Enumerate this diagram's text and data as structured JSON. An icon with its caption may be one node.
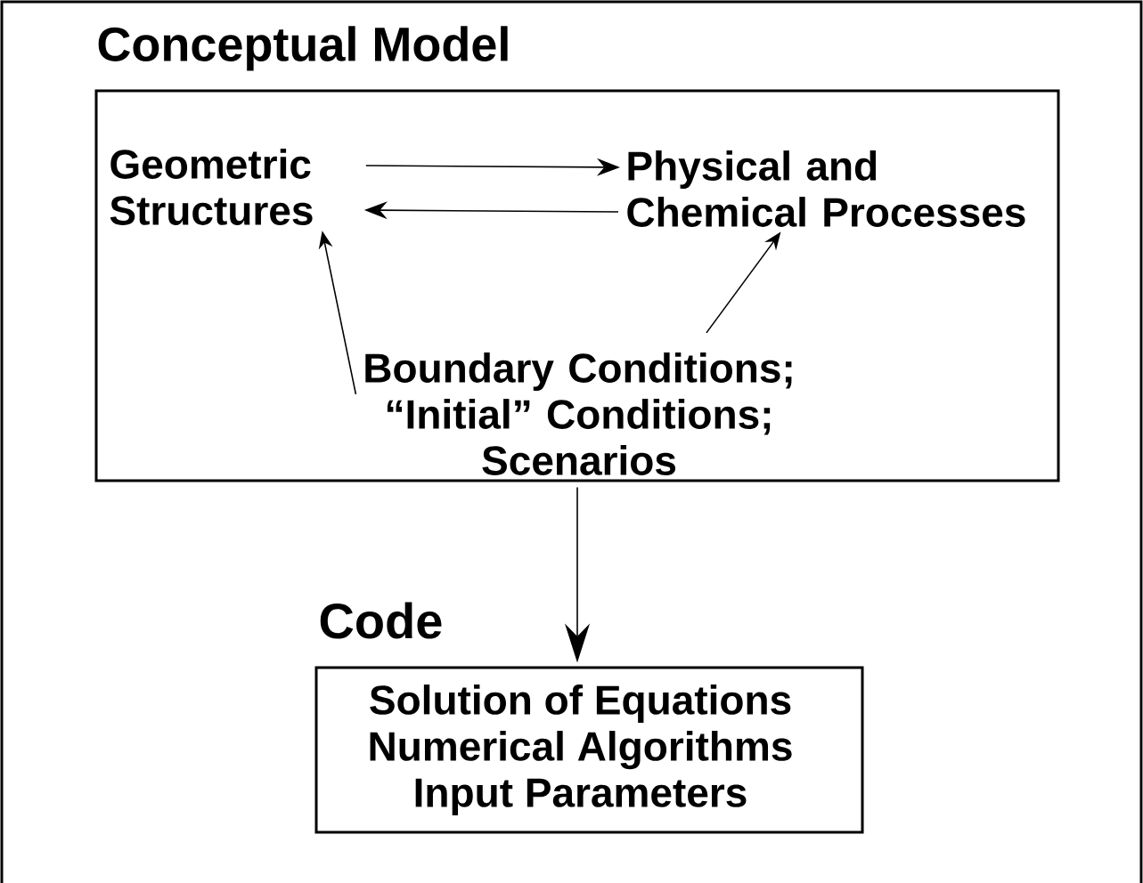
{
  "diagram": {
    "nodes": [
      {
        "text": [
          "Conceptual Model"
        ]
      },
      {
        "text": [
          "Geometric Structures"
        ],
        "in": 0
      },
      {
        "text": [
          "Physical and Chemical Processes"
        ],
        "in": 0
      },
      {
        "text": [
          "Boundary Conditions; “Initial” Conditions; Scenarios"
        ],
        "in": 0
      },
      {
        "text": [
          "Code",
          "Solution of Equations",
          "Numerical Algorithms",
          "Input Parameters"
        ]
      }
    ],
    "edges": [
      {
        "from": 1,
        "to": 2,
        "arrow": "to"
      },
      {
        "from": 2,
        "to": 1,
        "arrow": "to"
      },
      {
        "from": 3,
        "to": 1,
        "arrow": "to"
      },
      {
        "from": 3,
        "to": 2,
        "arrow": "to"
      },
      {
        "from": 0,
        "to": 4,
        "arrow": "to"
      }
    ]
  }
}
